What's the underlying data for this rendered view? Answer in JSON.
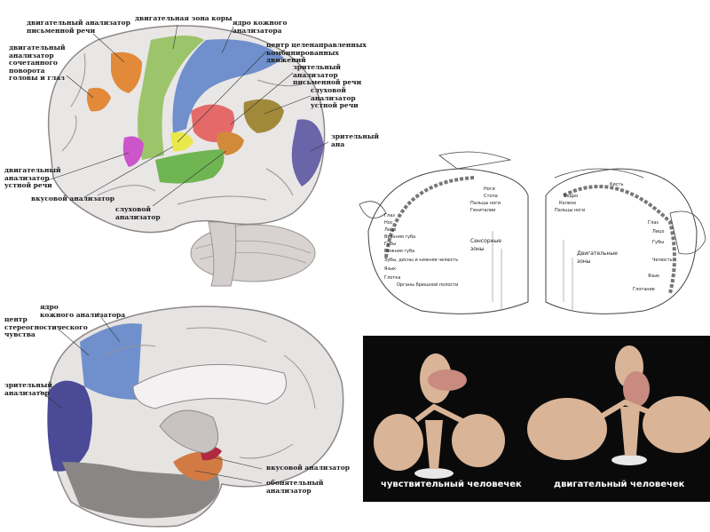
{
  "lateral": {
    "labels": {
      "motor_writing": "двигательный анализатор\nписьменной речи",
      "motor_zone": "двигательная зона коры",
      "skin_nucleus": "ядро кожного\nанализатора",
      "combined_turn": "двигательный\nанализатор\nсочетанного\nповорота\nголовы и глаз",
      "purposeful_center": "центр целенаправленных\nкомбинированных движений",
      "visual_writing": "зрительный анализатор\nписьменной речи",
      "auditory_speech": "слуховой анализатор\nустной речи",
      "visual_right": "зрительный\nана",
      "motor_speech": "двигательный\nанализатор\nустной речи",
      "taste": "вкусовой анализатор",
      "auditory": "слуховой\nанализатор"
    }
  },
  "medial": {
    "labels": {
      "skin_nucleus": "ядро\nкожного анализатора",
      "stereognostic": "центр\nстереогностического\nчувства",
      "visual": "зрительный\nанализатор",
      "taste": "вкусовой анализатор",
      "olfactory": "обонятельный\nанализатор"
    }
  },
  "homunculus_map": {
    "sensory_caption": "Сенсорные\nзоны",
    "motor_caption": "Двигательные\nзоны",
    "sensory_parts": [
      "Глаз",
      "Нос",
      "Лицо",
      "Верхняя губа",
      "Губы",
      "Нижняя губа",
      "Зубы, десны и нижняя челюсть",
      "Язык",
      "Глотка",
      "Органы брюшной полости",
      "Ноги",
      "Стопа",
      "Пальцы ноги",
      "Гениталии"
    ],
    "motor_parts": [
      "Кисть",
      "Глаз",
      "Лицо",
      "Губы",
      "Челюсть",
      "Язык",
      "Глотание",
      "Бедро",
      "Колено",
      "Пальцы ноги"
    ]
  },
  "photo": {
    "sensory_caption": "чувствительный человечек",
    "motor_caption": "двигательный человечек"
  },
  "colors": {
    "brain": "#e9e6e6",
    "motor_strip": "#9cc46b",
    "skin_area": "#6f90cc",
    "orange": "#e28a3a",
    "red": "#e46a6a",
    "olive": "#a08a3a",
    "magenta": "#cc55cc",
    "yellow": "#e8e84a",
    "green_temporal": "#6fb552",
    "visual_purple": "#6a64a8",
    "photo_bg": "#0a0a0a",
    "figure": "#d9b497"
  }
}
